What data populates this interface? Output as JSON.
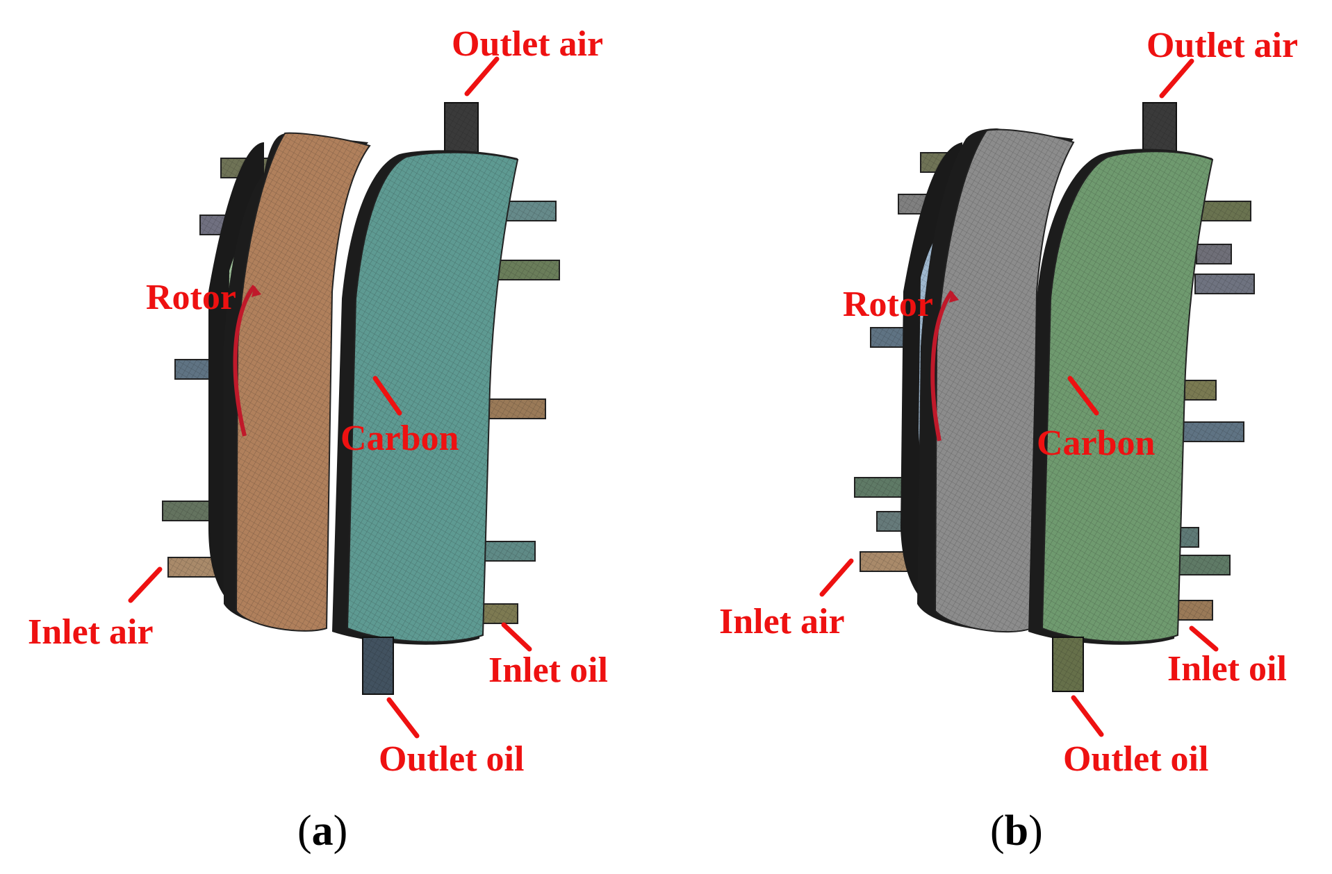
{
  "colors": {
    "label": "#ee1111",
    "mesh_line": "#111111"
  },
  "panels": [
    {
      "caption_letter": "a",
      "labels": {
        "outlet_air": "Outlet air",
        "rotor": "Rotor",
        "carbon": "Carbon",
        "inlet_air": "Inlet air",
        "inlet_oil": "Inlet oil",
        "outlet_oil": "Outlet oil"
      },
      "ring_colors": {
        "left_ring": "#b0805c",
        "right_ring": "#5e9a92",
        "carbon_ring": "#9e9aa8",
        "rotor_disk": "#9fc29a"
      }
    },
    {
      "caption_letter": "b",
      "labels": {
        "outlet_air": "Outlet air",
        "rotor": "Rotor",
        "carbon": "Carbon",
        "inlet_air": "Inlet air",
        "inlet_oil": "Inlet oil",
        "outlet_oil": "Outlet oil"
      },
      "ring_colors": {
        "left_ring": "#8c8c8c",
        "right_ring": "#6f9a6f",
        "carbon_ring": "#c99a72",
        "rotor_disk": "#9fb8cf"
      }
    }
  ]
}
